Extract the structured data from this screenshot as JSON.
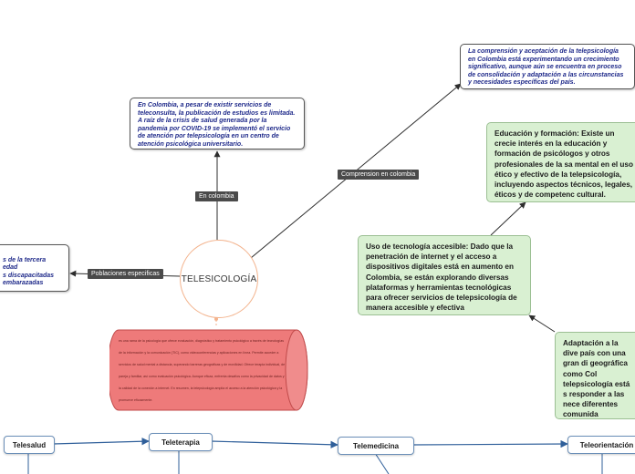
{
  "center": {
    "label": "TELESICOLOGÍA"
  },
  "connectors": {
    "colombia": "En colombia",
    "comprension": "Comprension en colombia",
    "poblaciones": "Poblaciones especificas"
  },
  "notes": {
    "colombia": "En Colombia, a pesar de existir servicios de teleconsulta, la publicación de estudios es limitada. A raíz de la crisis de salud generada por la pandemia por COVID-19 se implementó el servicio de atención por telepsicología en un centro de atención psicológica universitario.",
    "comprension": "La comprensión y aceptación de la telepsicología en Colombia está experimentando un crecimiento significativo, aunque aún se encuentra en proceso de consolidación y adaptación a las circunstancias y necesidades específicas del país.",
    "poblaciones": "s de la tercera edad\ns discapacitadas\nembarazadas"
  },
  "green_boxes": {
    "educacion": "Educación y formación: Existe un crecie interés en la educación y formación de psicólogos y otros profesionales de la sa mental en el uso ético y efectivo de la telepsicología, incluyendo aspectos técnicos, legales, éticos y de competenc cultural.",
    "tecnologia": "Uso de tecnología accesible: Dado que la penetración de internet y el acceso a dispositivos digitales está en aumento en Colombia, se están explorando diversas plataformas y herramientas tecnológicas para ofrecer servicios de telepsicología de manera accesible y efectiva",
    "adaptacion": "Adaptación a la dive país con una gran di geográfica como Col telepsicología está s responder a las nece diferentes comunida considerando factor lingüísticos y socioe"
  },
  "cylinder": {
    "text": "es una rama de la psicología que ofrece evaluación, diagnóstico y tratamiento psicológico a través de tecnologías de la información y la comunicación (TIC), como videoconferencias y aplicaciones en línea. Permite acceder a servicios de salud mental a distancia, superando barreras geográficas y de movilidad. Ofrece terapia individual, de pareja y familiar, así como evaluación psicológica. Aunque eficaz, enfrenta desafíos como la privacidad de datos y la calidad de la conexión a internet. En resumen, la telepsicología amplía el acceso a la atención psicológica y la promueve eficazmente."
  },
  "bottom_nodes": [
    "Telesalud",
    "Teleterapia",
    "Telemedicina",
    "Teleorientación"
  ],
  "colors": {
    "connector_dark": "#2d2d2d",
    "bottom_line": "#2f5f9a",
    "center_border": "#f3b38d",
    "note_text": "#1f2a8a",
    "green_fill": "#d9f0d2",
    "cylinder_fill": "#ee7a7a"
  }
}
